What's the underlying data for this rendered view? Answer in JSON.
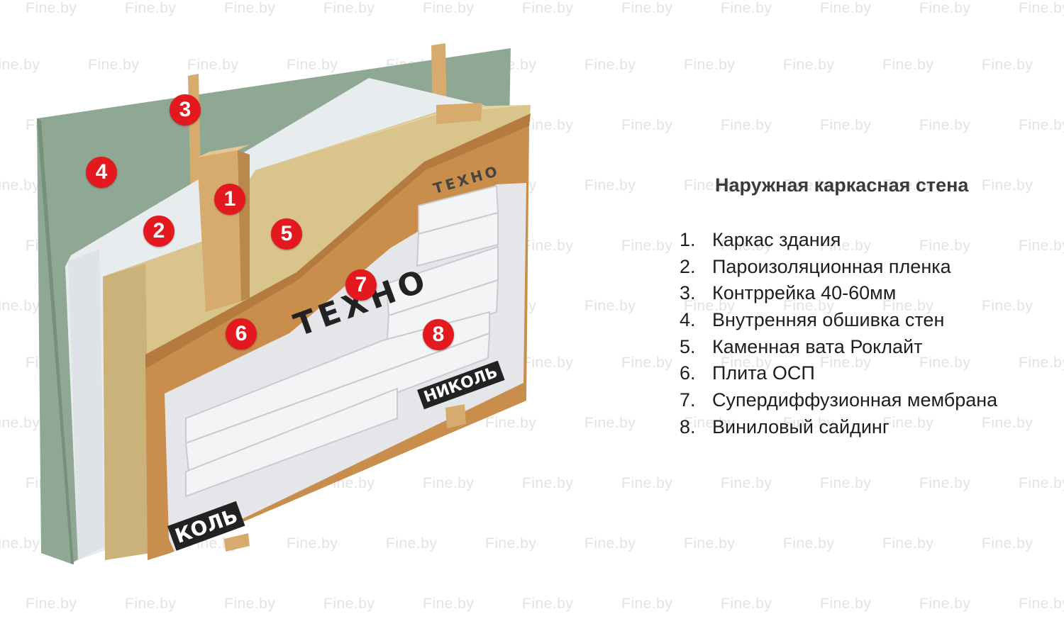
{
  "watermark": {
    "text": "Fine.by"
  },
  "title": "Наружная каркасная стена",
  "callouts": [
    "1",
    "2",
    "3",
    "4",
    "5",
    "6",
    "7",
    "8"
  ],
  "legend": [
    {
      "num": "1.",
      "label": "Каркас здания"
    },
    {
      "num": "2.",
      "label": "Пароизоляционная пленка"
    },
    {
      "num": "3.",
      "label": "Контррейка 40-60мм"
    },
    {
      "num": "4.",
      "label": "Внутренняя обшивка стен"
    },
    {
      "num": "5.",
      "label": "Каменная вата Роклайт"
    },
    {
      "num": "6.",
      "label": "Плита ОСП"
    },
    {
      "num": "7.",
      "label": "Супердиффузионная мембрана"
    },
    {
      "num": "8.",
      "label": "Виниловый сайдинг"
    }
  ],
  "brand": {
    "texno": "ТЕХНО",
    "texno_small": "ТЕХНО",
    "nikol_right": "НИКОЛЬ",
    "nikol_left": "КОЛЬ"
  },
  "colors": {
    "drywall": "#8fa894",
    "membrane": "#e9ecef",
    "wool": "#d9c48c",
    "osb": "#c98d4c",
    "timber": "#d7ab6e",
    "siding": "#f3f4f5",
    "callout": "#e3191f"
  }
}
